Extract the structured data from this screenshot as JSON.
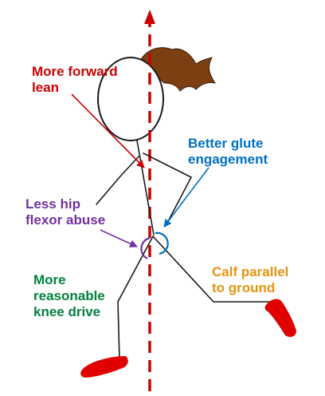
{
  "labels": {
    "lean": "More forward\nlean",
    "glute": "Better glute\nengagement",
    "hip": "Less hip\nflexor abuse",
    "knee": "More\nreasonable\nknee drive",
    "calf": "Calf parallel\nto ground"
  },
  "colors": {
    "lean": "#cc0000",
    "glute": "#0070c0",
    "hip": "#7030a0",
    "knee": "#00823b",
    "calf": "#e6930f",
    "figure": "#1a1a1a",
    "shoe": "#e00000",
    "hair": "#7b3f12",
    "axis": "#cc0000"
  },
  "icons": {
    "figure": "stick-figure-runner-icon",
    "hair": "ponytail-hair-icon",
    "shoe": "running-shoe-icon"
  }
}
